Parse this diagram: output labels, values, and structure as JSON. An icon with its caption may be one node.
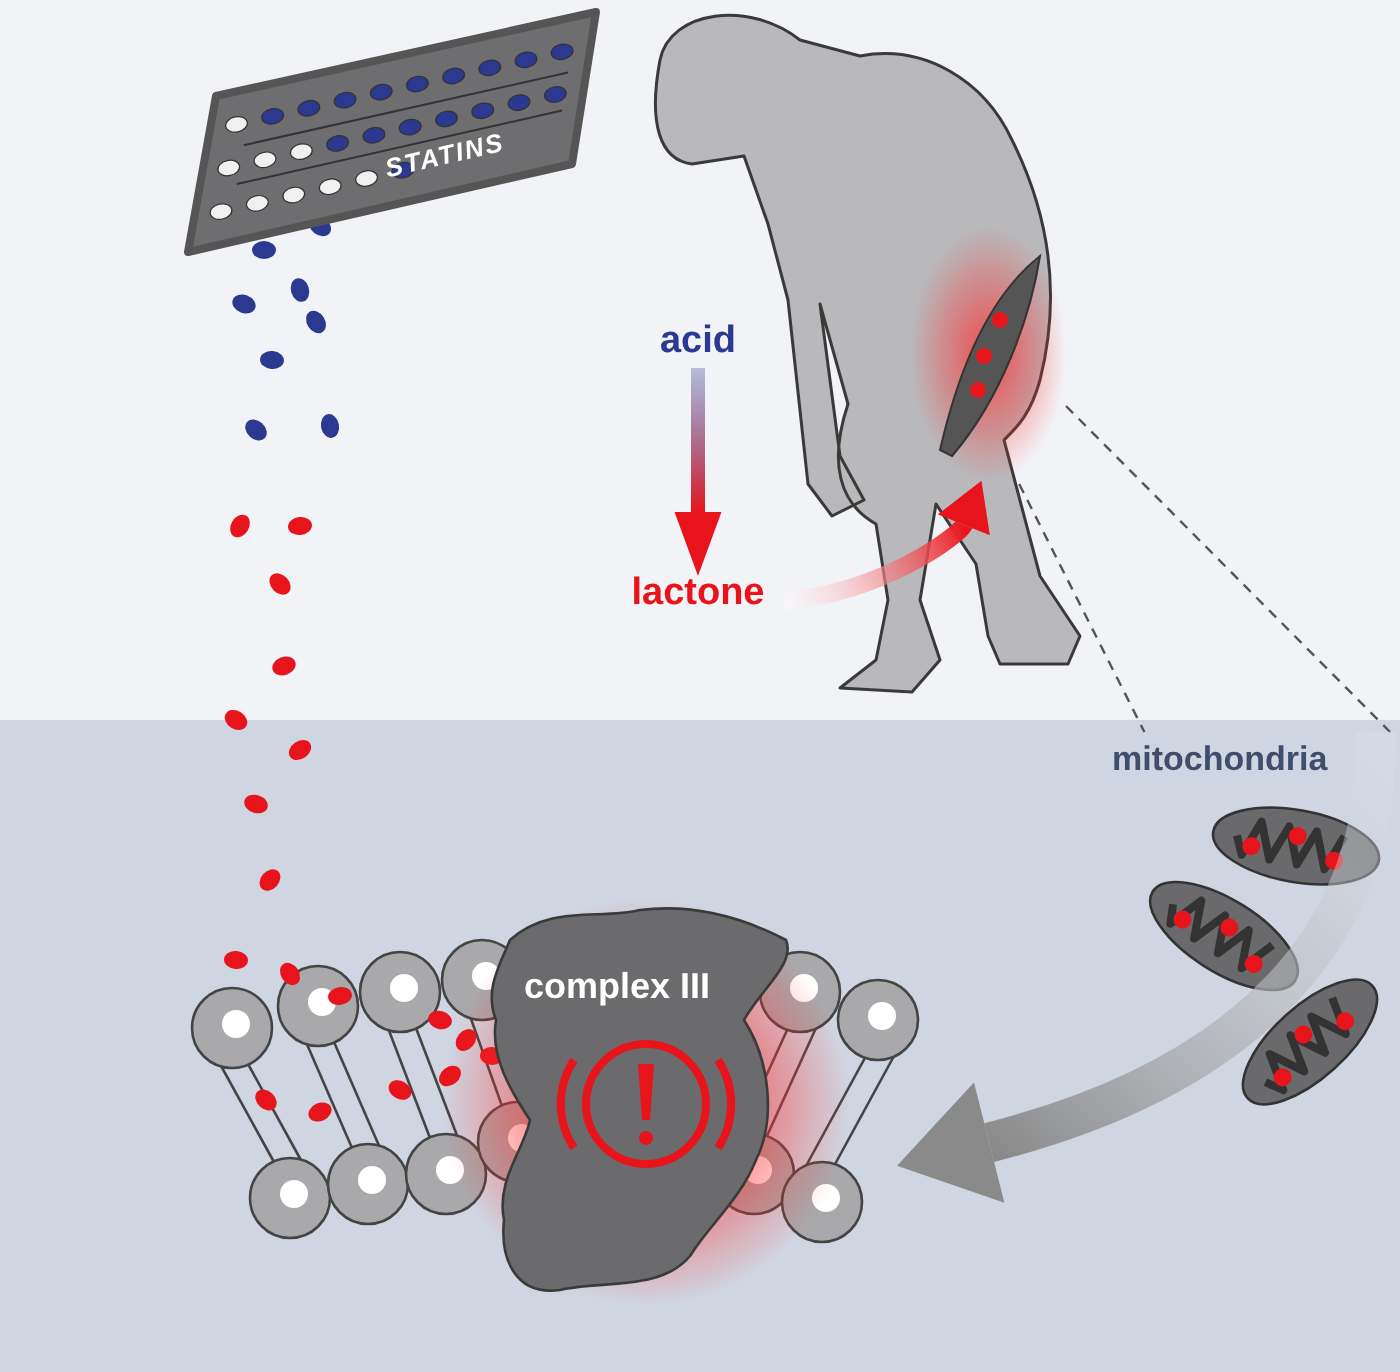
{
  "diagram": {
    "nodes": [
      {
        "text": [
          "STATINS"
        ]
      },
      {
        "text": [
          "acid"
        ]
      },
      {
        "text": [
          "lactone"
        ]
      },
      {
        "text": [],
        "shape": "person"
      },
      {
        "text": [],
        "shape": "picture",
        "in": 3
      },
      {
        "text": [
          "mitochondria"
        ]
      },
      {
        "text": [
          "complex III"
        ]
      }
    ],
    "edges": [
      {
        "from": 1,
        "to": 2,
        "arrow": "to",
        "color": "#e8141b"
      },
      {
        "from": 2,
        "to": 4,
        "arrow": "to",
        "color": "#e8141b"
      },
      {
        "from": 4,
        "to": 5,
        "arrow": "none",
        "style": "dashed"
      },
      {
        "from": 4,
        "to": 5,
        "arrow": "none",
        "style": "dashed"
      },
      {
        "from": 5,
        "to": 6,
        "arrow": "to",
        "style": "thick",
        "color": "#8a8a8a"
      }
    ]
  }
}
